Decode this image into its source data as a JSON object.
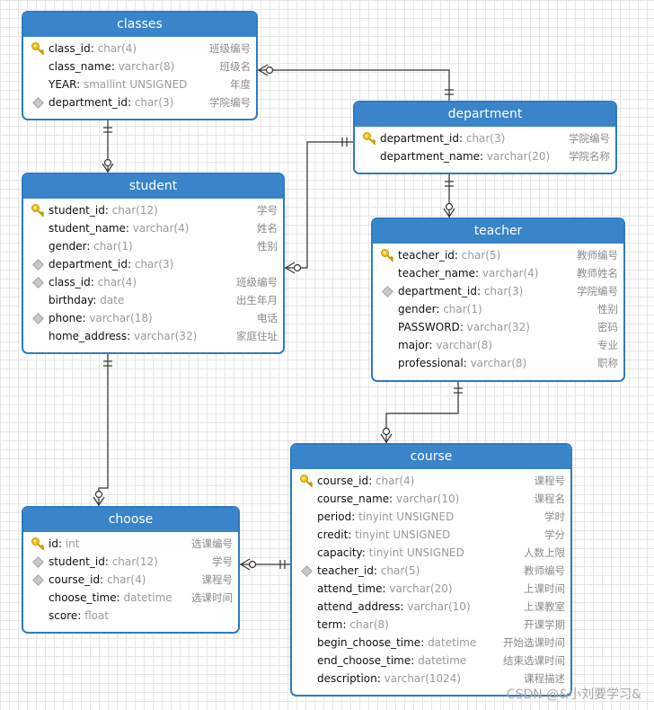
{
  "tables": {
    "classes": {
      "title": "classes",
      "columns": [
        {
          "name": "class_id",
          "type": "char(4)",
          "comment": "班级编号",
          "key": "pk"
        },
        {
          "name": "class_name",
          "type": "varchar(8)",
          "comment": "班级名",
          "key": ""
        },
        {
          "name": "YEAR",
          "type": "smallint UNSIGNED",
          "comment": "年度",
          "key": ""
        },
        {
          "name": "department_id",
          "type": "char(3)",
          "comment": "学院编号",
          "key": "fk"
        }
      ]
    },
    "department": {
      "title": "department",
      "columns": [
        {
          "name": "department_id",
          "type": "char(3)",
          "comment": "学院编号",
          "key": "pk"
        },
        {
          "name": "department_name",
          "type": "varchar(20)",
          "comment": "学院名称",
          "key": ""
        }
      ]
    },
    "student": {
      "title": "student",
      "columns": [
        {
          "name": "student_id",
          "type": "char(12)",
          "comment": "学号",
          "key": "pk"
        },
        {
          "name": "student_name",
          "type": "varchar(4)",
          "comment": "姓名",
          "key": ""
        },
        {
          "name": "gender",
          "type": "char(1)",
          "comment": "性别",
          "key": ""
        },
        {
          "name": "department_id",
          "type": "char(3)",
          "comment": "",
          "key": "fk"
        },
        {
          "name": "class_id",
          "type": "char(4)",
          "comment": "班级编号",
          "key": "fk"
        },
        {
          "name": "birthday",
          "type": "date",
          "comment": "出生年月",
          "key": ""
        },
        {
          "name": "phone",
          "type": "varchar(18)",
          "comment": "电话",
          "key": "fk"
        },
        {
          "name": "home_address",
          "type": "varchar(32)",
          "comment": "家庭住址",
          "key": ""
        }
      ]
    },
    "teacher": {
      "title": "teacher",
      "columns": [
        {
          "name": "teacher_id",
          "type": "char(5)",
          "comment": "教师编号",
          "key": "pk"
        },
        {
          "name": "teacher_name",
          "type": "varchar(4)",
          "comment": "教师姓名",
          "key": ""
        },
        {
          "name": "department_id",
          "type": "char(3)",
          "comment": "学院编号",
          "key": "fk"
        },
        {
          "name": "gender",
          "type": "char(1)",
          "comment": "性别",
          "key": ""
        },
        {
          "name": "PASSWORD",
          "type": "varchar(32)",
          "comment": "密码",
          "key": ""
        },
        {
          "name": "major",
          "type": "varchar(8)",
          "comment": "专业",
          "key": ""
        },
        {
          "name": "professional",
          "type": "varchar(8)",
          "comment": "职称",
          "key": ""
        }
      ]
    },
    "choose": {
      "title": "choose",
      "columns": [
        {
          "name": "id",
          "type": "int",
          "comment": "选课编号",
          "key": "pk"
        },
        {
          "name": "student_id",
          "type": "char(12)",
          "comment": "学号",
          "key": "fk"
        },
        {
          "name": "course_id",
          "type": "char(4)",
          "comment": "课程号",
          "key": "fk"
        },
        {
          "name": "choose_time",
          "type": "datetime",
          "comment": "选课时间",
          "key": ""
        },
        {
          "name": "score",
          "type": "float",
          "comment": "",
          "key": ""
        }
      ]
    },
    "course": {
      "title": "course",
      "columns": [
        {
          "name": "course_id",
          "type": "char(4)",
          "comment": "课程号",
          "key": "pk"
        },
        {
          "name": "course_name",
          "type": "varchar(10)",
          "comment": "课程名",
          "key": ""
        },
        {
          "name": "period",
          "type": "tinyint UNSIGNED",
          "comment": "学时",
          "key": ""
        },
        {
          "name": "credit",
          "type": "tinyint UNSIGNED",
          "comment": "学分",
          "key": ""
        },
        {
          "name": "capacity",
          "type": "tinyint UNSIGNED",
          "comment": "人数上限",
          "key": ""
        },
        {
          "name": "teacher_id",
          "type": "char(5)",
          "comment": "教师编号",
          "key": "fk"
        },
        {
          "name": "attend_time",
          "type": "varchar(20)",
          "comment": "上课时间",
          "key": ""
        },
        {
          "name": "attend_address",
          "type": "varchar(10)",
          "comment": "上课教室",
          "key": ""
        },
        {
          "name": "term",
          "type": "char(8)",
          "comment": "开课学期",
          "key": ""
        },
        {
          "name": "begin_choose_time",
          "type": "datetime",
          "comment": "开始选课时间",
          "key": ""
        },
        {
          "name": "end_choose_time",
          "type": "datetime",
          "comment": "结束选课时间",
          "key": ""
        },
        {
          "name": "description",
          "type": "varchar(1024)",
          "comment": "课程描述",
          "key": ""
        }
      ]
    }
  },
  "watermark": "CSDN @&小刘要学习&",
  "colors": {
    "header": "#3a84c9",
    "border": "#2e7bc4",
    "line": "#333333"
  }
}
